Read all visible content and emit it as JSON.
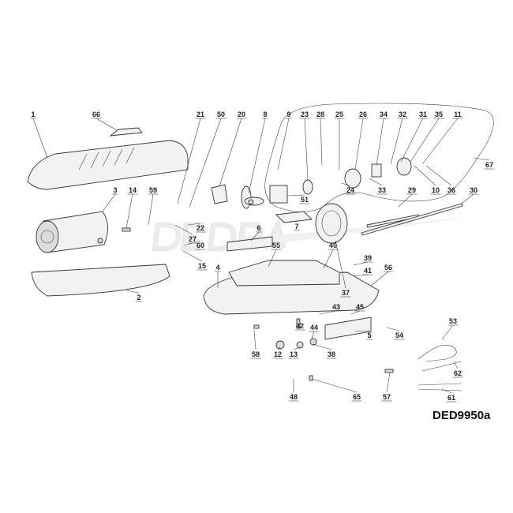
{
  "diagram": {
    "code": "DED9950a",
    "watermark": "DEDRA",
    "part_numbers": [
      "1",
      "66",
      "21",
      "50",
      "20",
      "8",
      "9",
      "23",
      "28",
      "25",
      "26",
      "34",
      "32",
      "31",
      "35",
      "11",
      "67",
      "3",
      "14",
      "59",
      "24",
      "33",
      "51",
      "29",
      "10",
      "36",
      "30",
      "22",
      "27",
      "7",
      "6",
      "60",
      "15",
      "55",
      "40",
      "37",
      "39",
      "41",
      "56",
      "4",
      "2",
      "43",
      "45",
      "5",
      "54",
      "53",
      "42",
      "44",
      "58",
      "12",
      "13",
      "38",
      "62",
      "61",
      "48",
      "65",
      "57"
    ]
  }
}
